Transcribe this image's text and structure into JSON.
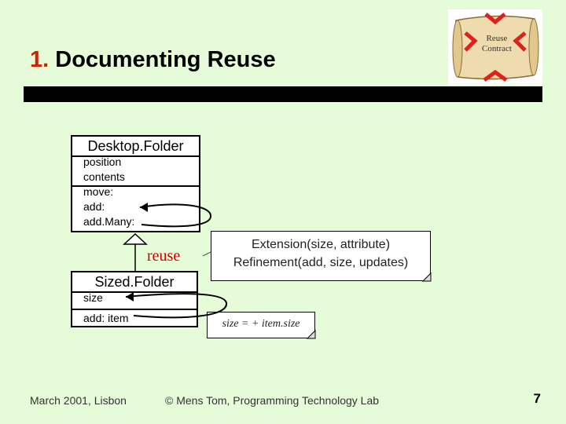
{
  "slide": {
    "title_number": "1.",
    "title_text": "Documenting Reuse",
    "page_number": "7"
  },
  "logo": {
    "line1": "Reuse",
    "line2": "Contract",
    "colors": {
      "scroll": "#efdcae",
      "arrows": "#e0201a"
    }
  },
  "desktop_folder": {
    "name": "Desktop.Folder",
    "attributes": [
      "position",
      "contents"
    ],
    "methods": [
      "move:",
      "add:",
      "add.Many:"
    ]
  },
  "sized_folder": {
    "name": "Sized.Folder",
    "attributes": [
      "size"
    ],
    "methods": [
      "add: item"
    ]
  },
  "reuse_label": "reuse",
  "note_contract": {
    "line1": "Extension(size, attribute)",
    "line2": "Refinement(add, size, updates)"
  },
  "note_size": "size = + item.size",
  "footer": {
    "left": "March 2001, Lisbon",
    "center": "© Mens Tom, Programming Technology Lab"
  },
  "colors": {
    "background": "#e6fbd8",
    "title_number": "#cc2200",
    "reuse": "#cc0000"
  }
}
